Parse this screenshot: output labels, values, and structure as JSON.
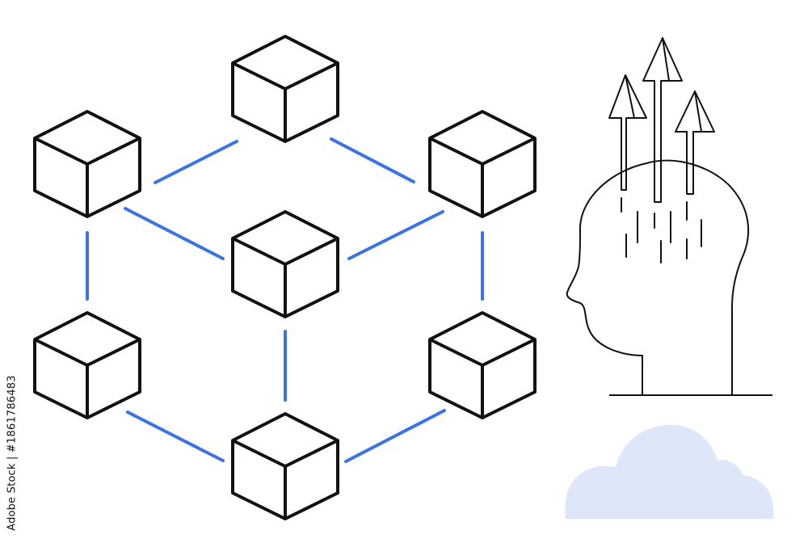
{
  "watermark": {
    "side_text": "Adobe Stock | #1861786483"
  },
  "colors": {
    "outline": "#111111",
    "connector": "#3b73e6",
    "cloud": "#dde7f9",
    "background": "#ffffff"
  },
  "diagram": {
    "nodes": [
      "cube-top",
      "cube-upper-left",
      "cube-upper-right",
      "cube-center",
      "cube-lower-left",
      "cube-lower-right",
      "cube-bottom"
    ],
    "connections": [
      [
        "cube-upper-left",
        "cube-top"
      ],
      [
        "cube-top",
        "cube-upper-right"
      ],
      [
        "cube-upper-left",
        "cube-center"
      ],
      [
        "cube-upper-right",
        "cube-center"
      ],
      [
        "cube-upper-left",
        "cube-lower-left"
      ],
      [
        "cube-upper-right",
        "cube-lower-right"
      ],
      [
        "cube-center",
        "cube-bottom"
      ],
      [
        "cube-lower-left",
        "cube-bottom"
      ],
      [
        "cube-lower-right",
        "cube-bottom"
      ]
    ],
    "side_figure": [
      "human-head-icon",
      "up-arrow-icon",
      "up-arrow-icon",
      "up-arrow-icon",
      "cloud-icon"
    ]
  }
}
